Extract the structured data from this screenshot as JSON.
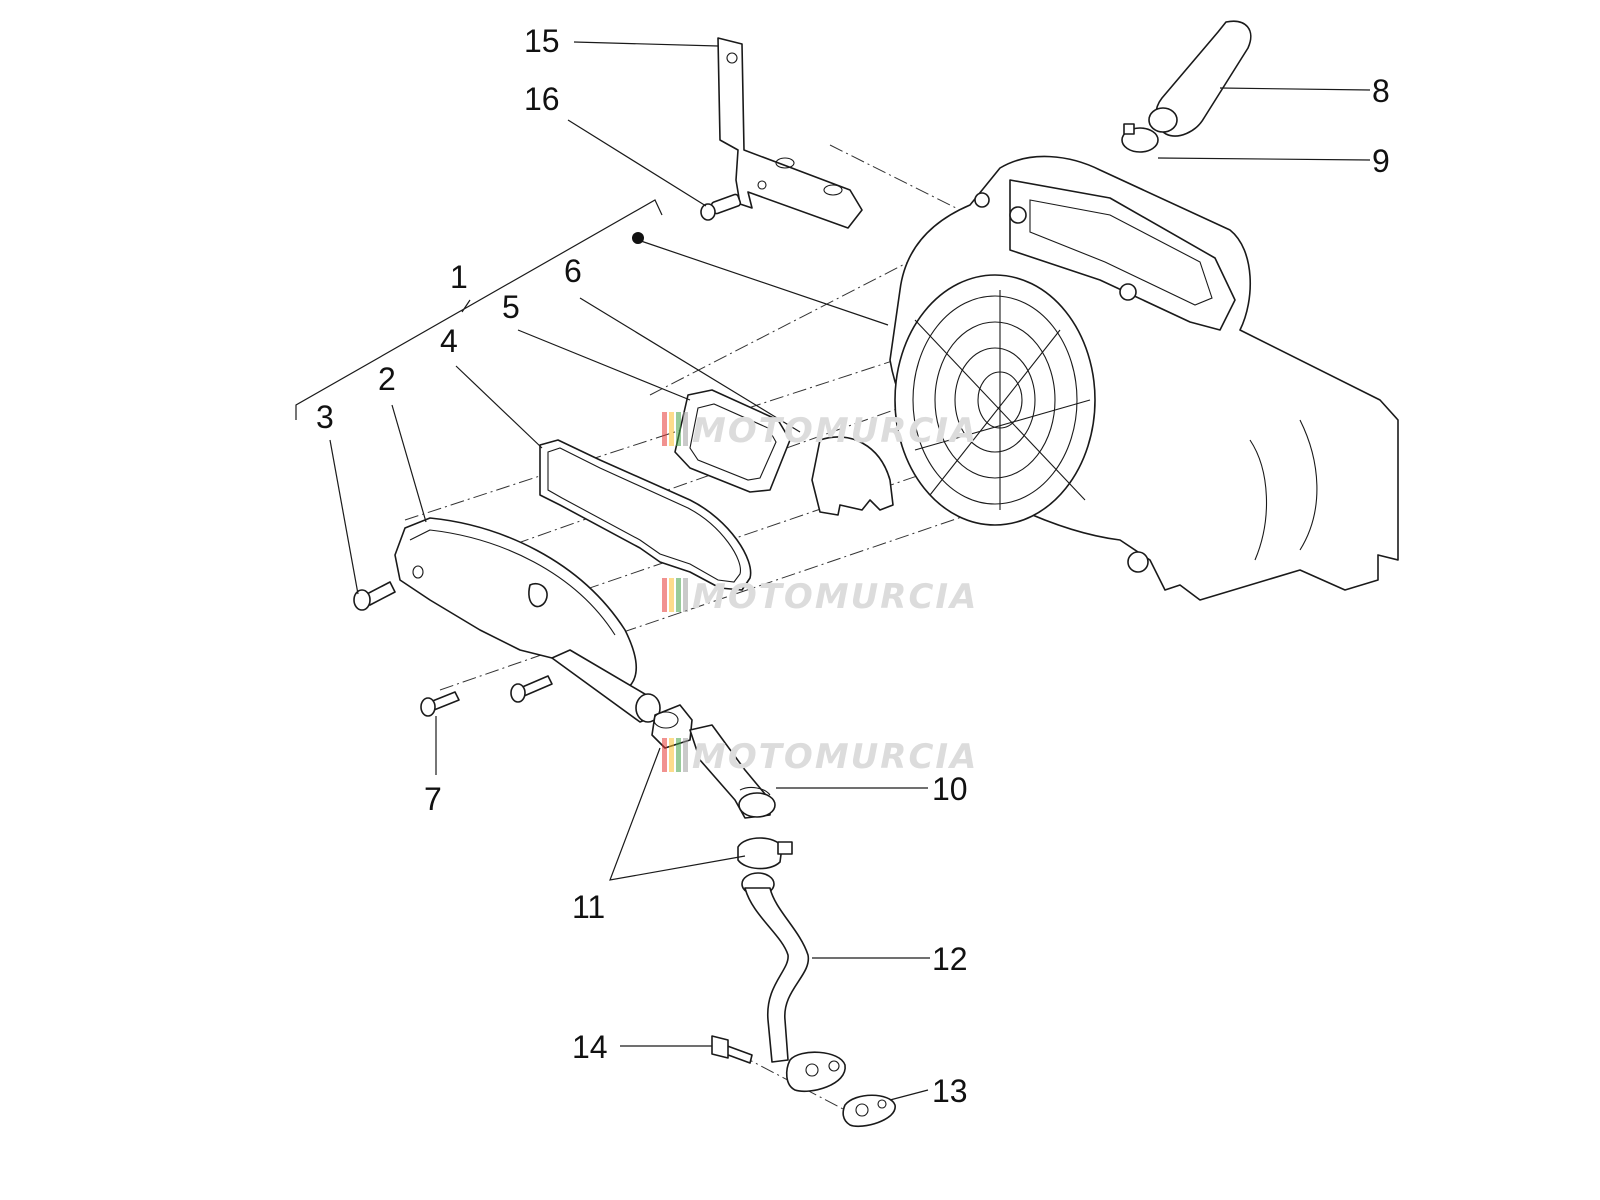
{
  "callouts": {
    "c1": "1",
    "c2": "2",
    "c3": "3",
    "c4": "4",
    "c5": "5",
    "c6": "6",
    "c7": "7",
    "c8": "8",
    "c9": "9",
    "c10": "10",
    "c11": "11",
    "c12": "12",
    "c13": "13",
    "c14": "14",
    "c15": "15",
    "c16": "16"
  },
  "watermark": {
    "text": "MOTOMURCIA",
    "colors": [
      "#e53935",
      "#fbc02d",
      "#43a047",
      "#9e9e9e"
    ]
  }
}
